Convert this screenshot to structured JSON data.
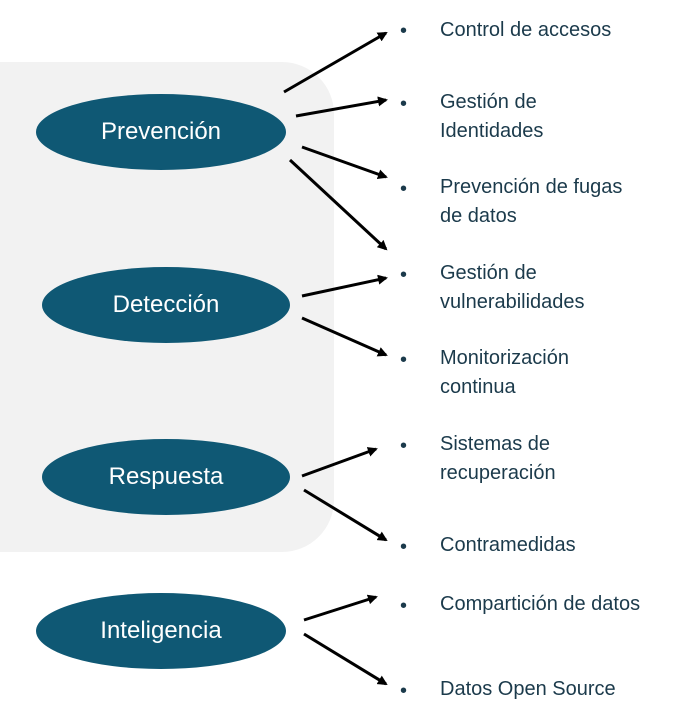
{
  "colors": {
    "oval_fill": "#0f5874",
    "oval_text": "#ffffff",
    "panel_fill": "#f2f2f2",
    "item_text": "#1b3a4b",
    "arrow": "#000000"
  },
  "bullet_glyph": "•",
  "categories": [
    {
      "label": "Prevención"
    },
    {
      "label": "Detección"
    },
    {
      "label": "Respuesta"
    },
    {
      "label": "Inteligencia"
    }
  ],
  "items": [
    {
      "lines": [
        "Control de accesos"
      ]
    },
    {
      "lines": [
        "Gestión de",
        "Identidades"
      ]
    },
    {
      "lines": [
        "Prevención de fugas",
        "de datos"
      ]
    },
    {
      "lines": [
        "Gestión de",
        "vulnerabilidades"
      ]
    },
    {
      "lines": [
        "Monitorización",
        "continua"
      ]
    },
    {
      "lines": [
        "Sistemas de",
        "recuperación"
      ]
    },
    {
      "lines": [
        "Contramedidas"
      ]
    },
    {
      "lines": [
        "Compartición de datos"
      ]
    },
    {
      "lines": [
        "Datos Open Source"
      ]
    }
  ]
}
